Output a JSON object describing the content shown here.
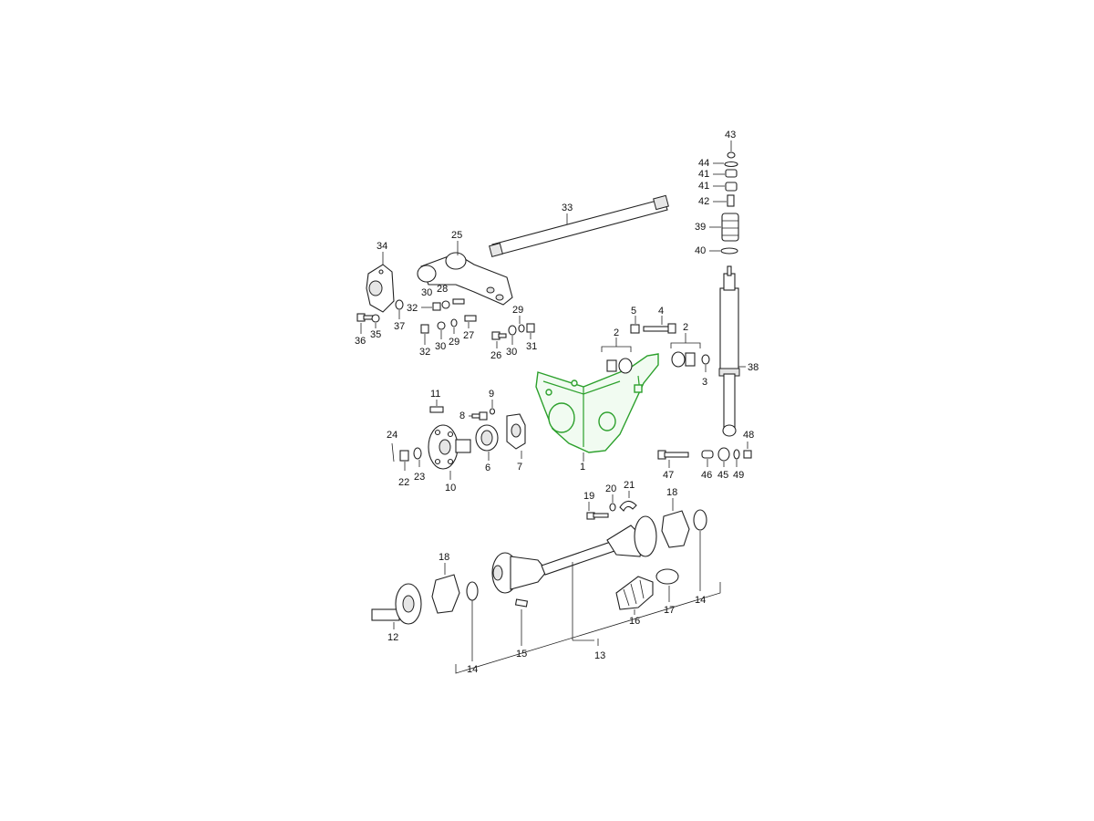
{
  "callouts": {
    "c1": "1",
    "c2a": "2",
    "c2b": "2",
    "c3": "3",
    "c4": "4",
    "c5": "5",
    "c6": "6",
    "c7": "7",
    "c8": "8",
    "c9": "9",
    "c10": "10",
    "c11": "11",
    "c12": "12",
    "c13": "13",
    "c14a": "14",
    "c14b": "14",
    "c15": "15",
    "c16": "16",
    "c17": "17",
    "c18a": "18",
    "c18b": "18",
    "c19": "19",
    "c20": "20",
    "c21": "21",
    "c22": "22",
    "c23": "23",
    "c24": "24",
    "c25": "25",
    "c26": "26",
    "c27": "27",
    "c28": "28",
    "c29a": "29",
    "c29b": "29",
    "c30a": "30",
    "c30b": "30",
    "c30c": "30",
    "c31": "31",
    "c32a": "32",
    "c32b": "32",
    "c33": "33",
    "c34": "34",
    "c35": "35",
    "c36": "36",
    "c37": "37",
    "c38": "38",
    "c39": "39",
    "c40": "40",
    "c41a": "41",
    "c41b": "41",
    "c42": "42",
    "c43": "43",
    "c44": "44",
    "c45": "45",
    "c46": "46",
    "c47": "47",
    "c48": "48",
    "c49": "49"
  },
  "colors": {
    "highlight": "#2ca02c",
    "ink": "#222222",
    "background": "#ffffff"
  },
  "highlighted_part": "1"
}
